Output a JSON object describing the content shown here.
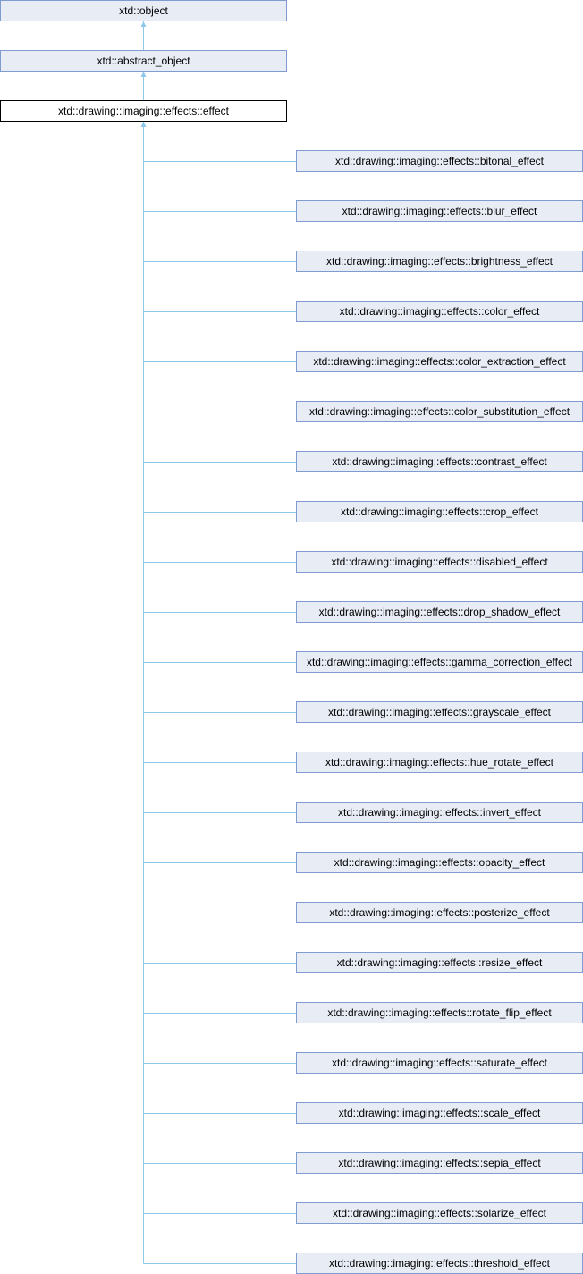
{
  "ancestors": [
    {
      "label": "xtd::object"
    },
    {
      "label": "xtd::abstract_object"
    }
  ],
  "current": {
    "label": "xtd::drawing::imaging::effects::effect"
  },
  "children": [
    {
      "label": "xtd::drawing::imaging::effects::bitonal_effect"
    },
    {
      "label": "xtd::drawing::imaging::effects::blur_effect"
    },
    {
      "label": "xtd::drawing::imaging::effects::brightness_effect"
    },
    {
      "label": "xtd::drawing::imaging::effects::color_effect"
    },
    {
      "label": "xtd::drawing::imaging::effects::color_extraction_effect"
    },
    {
      "label": "xtd::drawing::imaging::effects::color_substitution_effect"
    },
    {
      "label": "xtd::drawing::imaging::effects::contrast_effect"
    },
    {
      "label": "xtd::drawing::imaging::effects::crop_effect"
    },
    {
      "label": "xtd::drawing::imaging::effects::disabled_effect"
    },
    {
      "label": "xtd::drawing::imaging::effects::drop_shadow_effect"
    },
    {
      "label": "xtd::drawing::imaging::effects::gamma_correction_effect"
    },
    {
      "label": "xtd::drawing::imaging::effects::grayscale_effect"
    },
    {
      "label": "xtd::drawing::imaging::effects::hue_rotate_effect"
    },
    {
      "label": "xtd::drawing::imaging::effects::invert_effect"
    },
    {
      "label": "xtd::drawing::imaging::effects::opacity_effect"
    },
    {
      "label": "xtd::drawing::imaging::effects::posterize_effect"
    },
    {
      "label": "xtd::drawing::imaging::effects::resize_effect"
    },
    {
      "label": "xtd::drawing::imaging::effects::rotate_flip_effect"
    },
    {
      "label": "xtd::drawing::imaging::effects::saturate_effect"
    },
    {
      "label": "xtd::drawing::imaging::effects::scale_effect"
    },
    {
      "label": "xtd::drawing::imaging::effects::sepia_effect"
    },
    {
      "label": "xtd::drawing::imaging::effects::solarize_effect"
    },
    {
      "label": "xtd::drawing::imaging::effects::threshold_effect"
    }
  ],
  "colors": {
    "node_fill": "#e8ecf5",
    "node_border": "#7f9bd0",
    "edge": "#8fc8ea"
  }
}
